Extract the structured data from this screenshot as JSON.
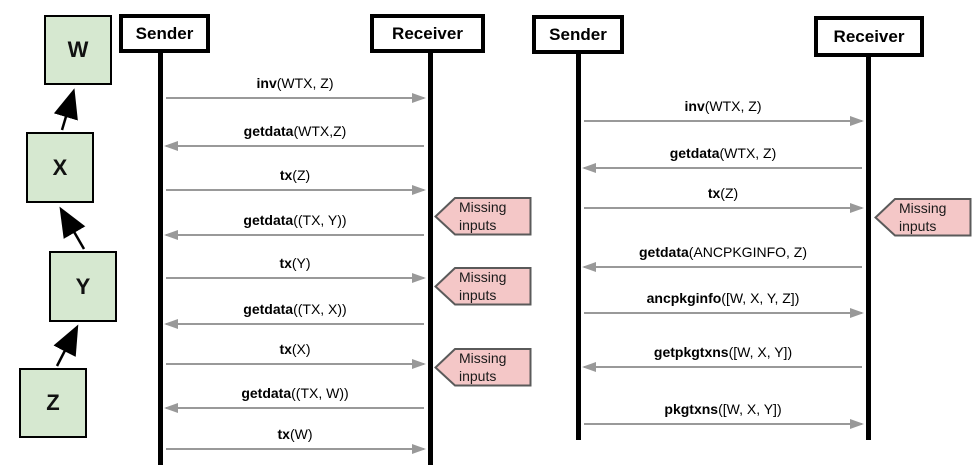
{
  "colors": {
    "node_fill": "#d6e8d0",
    "node_border": "#000000",
    "annotation_fill": "#f4c7c7",
    "annotation_border": "#5a5a5a",
    "message_arrow": "#999999",
    "lifeline": "#000000"
  },
  "dependency_graph": {
    "nodes": [
      "W",
      "X",
      "Y",
      "Z"
    ],
    "edges": [
      "Z->Y",
      "Y->X",
      "X->W"
    ]
  },
  "diagrams": [
    {
      "sender_label": "Sender",
      "receiver_label": "Receiver",
      "messages": [
        {
          "name": "inv",
          "args": "(WTX, Z)",
          "direction": "right"
        },
        {
          "name": "getdata",
          "args": "(WTX,Z)",
          "direction": "left"
        },
        {
          "name": "tx",
          "args": "(Z)",
          "direction": "right"
        },
        {
          "name": "getdata",
          "args": "((TX, Y))",
          "direction": "left"
        },
        {
          "name": "tx",
          "args": "(Y)",
          "direction": "right"
        },
        {
          "name": "getdata",
          "args": "((TX, X))",
          "direction": "left"
        },
        {
          "name": "tx",
          "args": "(X)",
          "direction": "right"
        },
        {
          "name": "getdata",
          "args": "((TX, W))",
          "direction": "left"
        },
        {
          "name": "tx",
          "args": "(W)",
          "direction": "right"
        }
      ],
      "annotations": [
        "Missing inputs",
        "Missing inputs",
        "Missing inputs"
      ]
    },
    {
      "sender_label": "Sender",
      "receiver_label": "Receiver",
      "messages": [
        {
          "name": "inv",
          "args": "(WTX, Z)",
          "direction": "right"
        },
        {
          "name": "getdata",
          "args": "(WTX, Z)",
          "direction": "left"
        },
        {
          "name": "tx",
          "args": "(Z)",
          "direction": "right"
        },
        {
          "name": "getdata",
          "args": "(ANCPKGINFO, Z)",
          "direction": "left"
        },
        {
          "name": "ancpkginfo",
          "args": "([W, X, Y, Z])",
          "direction": "right"
        },
        {
          "name": "getpkgtxns",
          "args": "([W, X, Y])",
          "direction": "left"
        },
        {
          "name": "pkgtxns",
          "args": "([W, X, Y])",
          "direction": "right"
        }
      ],
      "annotations": [
        "Missing inputs"
      ]
    }
  ]
}
